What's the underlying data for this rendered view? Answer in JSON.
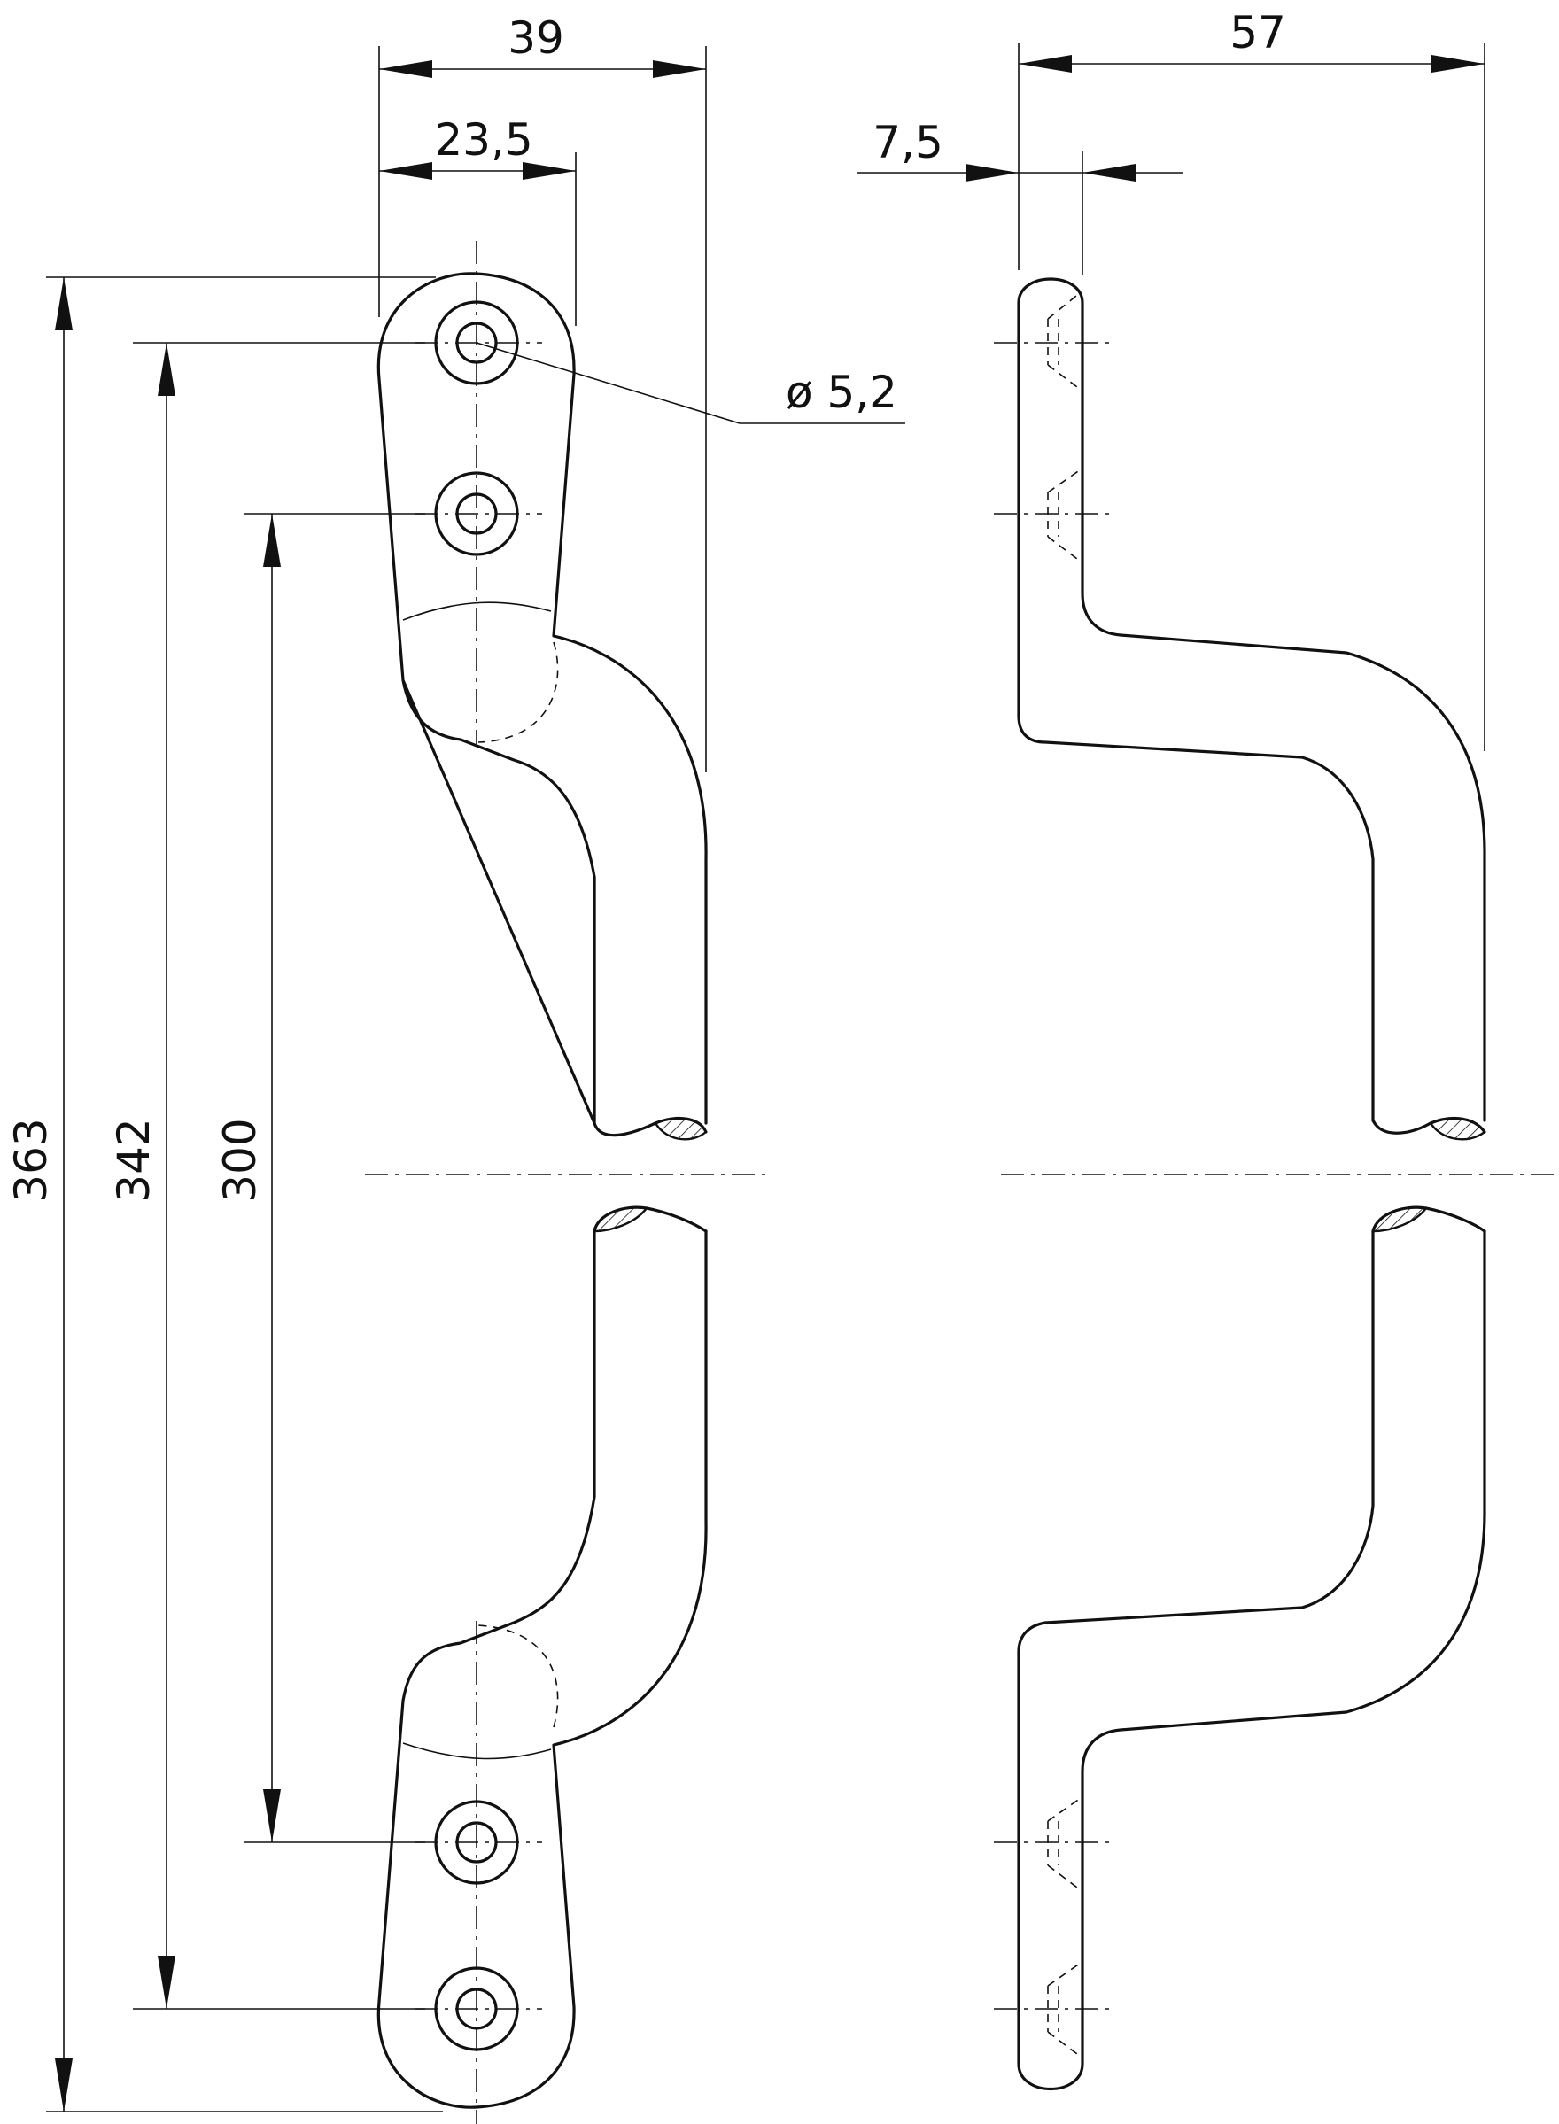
{
  "dimensions": {
    "top_width_39": "39",
    "hole_offset_23_5": "23,5",
    "side_depth_57": "57",
    "plate_thickness_7_5": "7,5",
    "hole_diameter": "ø 5,2",
    "overall_length_363": "363",
    "outer_hole_spacing_342": "342",
    "inner_hole_spacing_300": "300"
  }
}
